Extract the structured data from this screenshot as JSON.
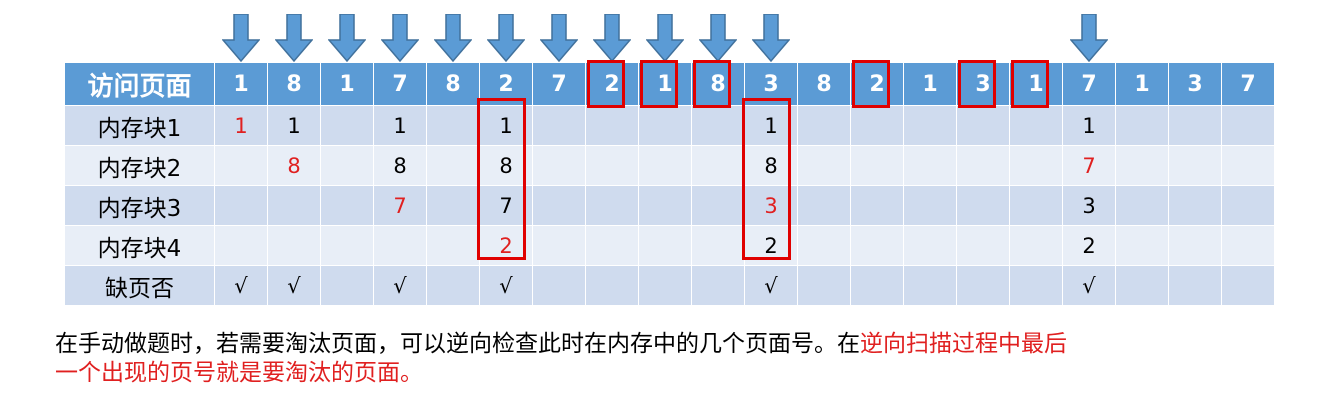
{
  "table": {
    "row_header": "访问页面",
    "pages": [
      "1",
      "8",
      "1",
      "7",
      "8",
      "2",
      "7",
      "2",
      "1",
      "8",
      "3",
      "8",
      "2",
      "1",
      "3",
      "1",
      "7",
      "1",
      "3",
      "7"
    ],
    "rows": [
      {
        "label": "内存块1",
        "cells": [
          "1",
          "1",
          "",
          "1",
          "",
          "1",
          "",
          "",
          "",
          "",
          "1",
          "",
          "",
          "",
          "",
          "",
          "1",
          "",
          "",
          ""
        ]
      },
      {
        "label": "内存块2",
        "cells": [
          "",
          "8",
          "",
          "8",
          "",
          "8",
          "",
          "",
          "",
          "",
          "8",
          "",
          "",
          "",
          "",
          "",
          "7",
          "",
          "",
          ""
        ]
      },
      {
        "label": "内存块3",
        "cells": [
          "",
          "",
          "",
          "7",
          "",
          "7",
          "",
          "",
          "",
          "",
          "3",
          "",
          "",
          "",
          "",
          "",
          "3",
          "",
          "",
          ""
        ]
      },
      {
        "label": "内存块4",
        "cells": [
          "",
          "",
          "",
          "",
          "",
          "2",
          "",
          "",
          "",
          "",
          "2",
          "",
          "",
          "",
          "",
          "",
          "2",
          "",
          "",
          ""
        ]
      },
      {
        "label": "缺页否",
        "cells": [
          "√",
          "√",
          "",
          "√",
          "",
          "√",
          "",
          "",
          "",
          "",
          "√",
          "",
          "",
          "",
          "",
          "",
          "√",
          "",
          "",
          ""
        ]
      }
    ]
  },
  "colors": {
    "header_bg": "#5b9bd5",
    "row_odd": "#cfdbee",
    "row_even": "#e8eef7",
    "highlight_red": "#e00000",
    "arrow_blue": "#5b9bd5"
  },
  "note": {
    "part1": "在手动做题时，若需要淘汰页面，可以逆向检查此时在内存中的几个页面号。在",
    "part2": "逆向扫描过程中最后",
    "part3": "一个出现的页号就是要淘汰的页面。"
  }
}
